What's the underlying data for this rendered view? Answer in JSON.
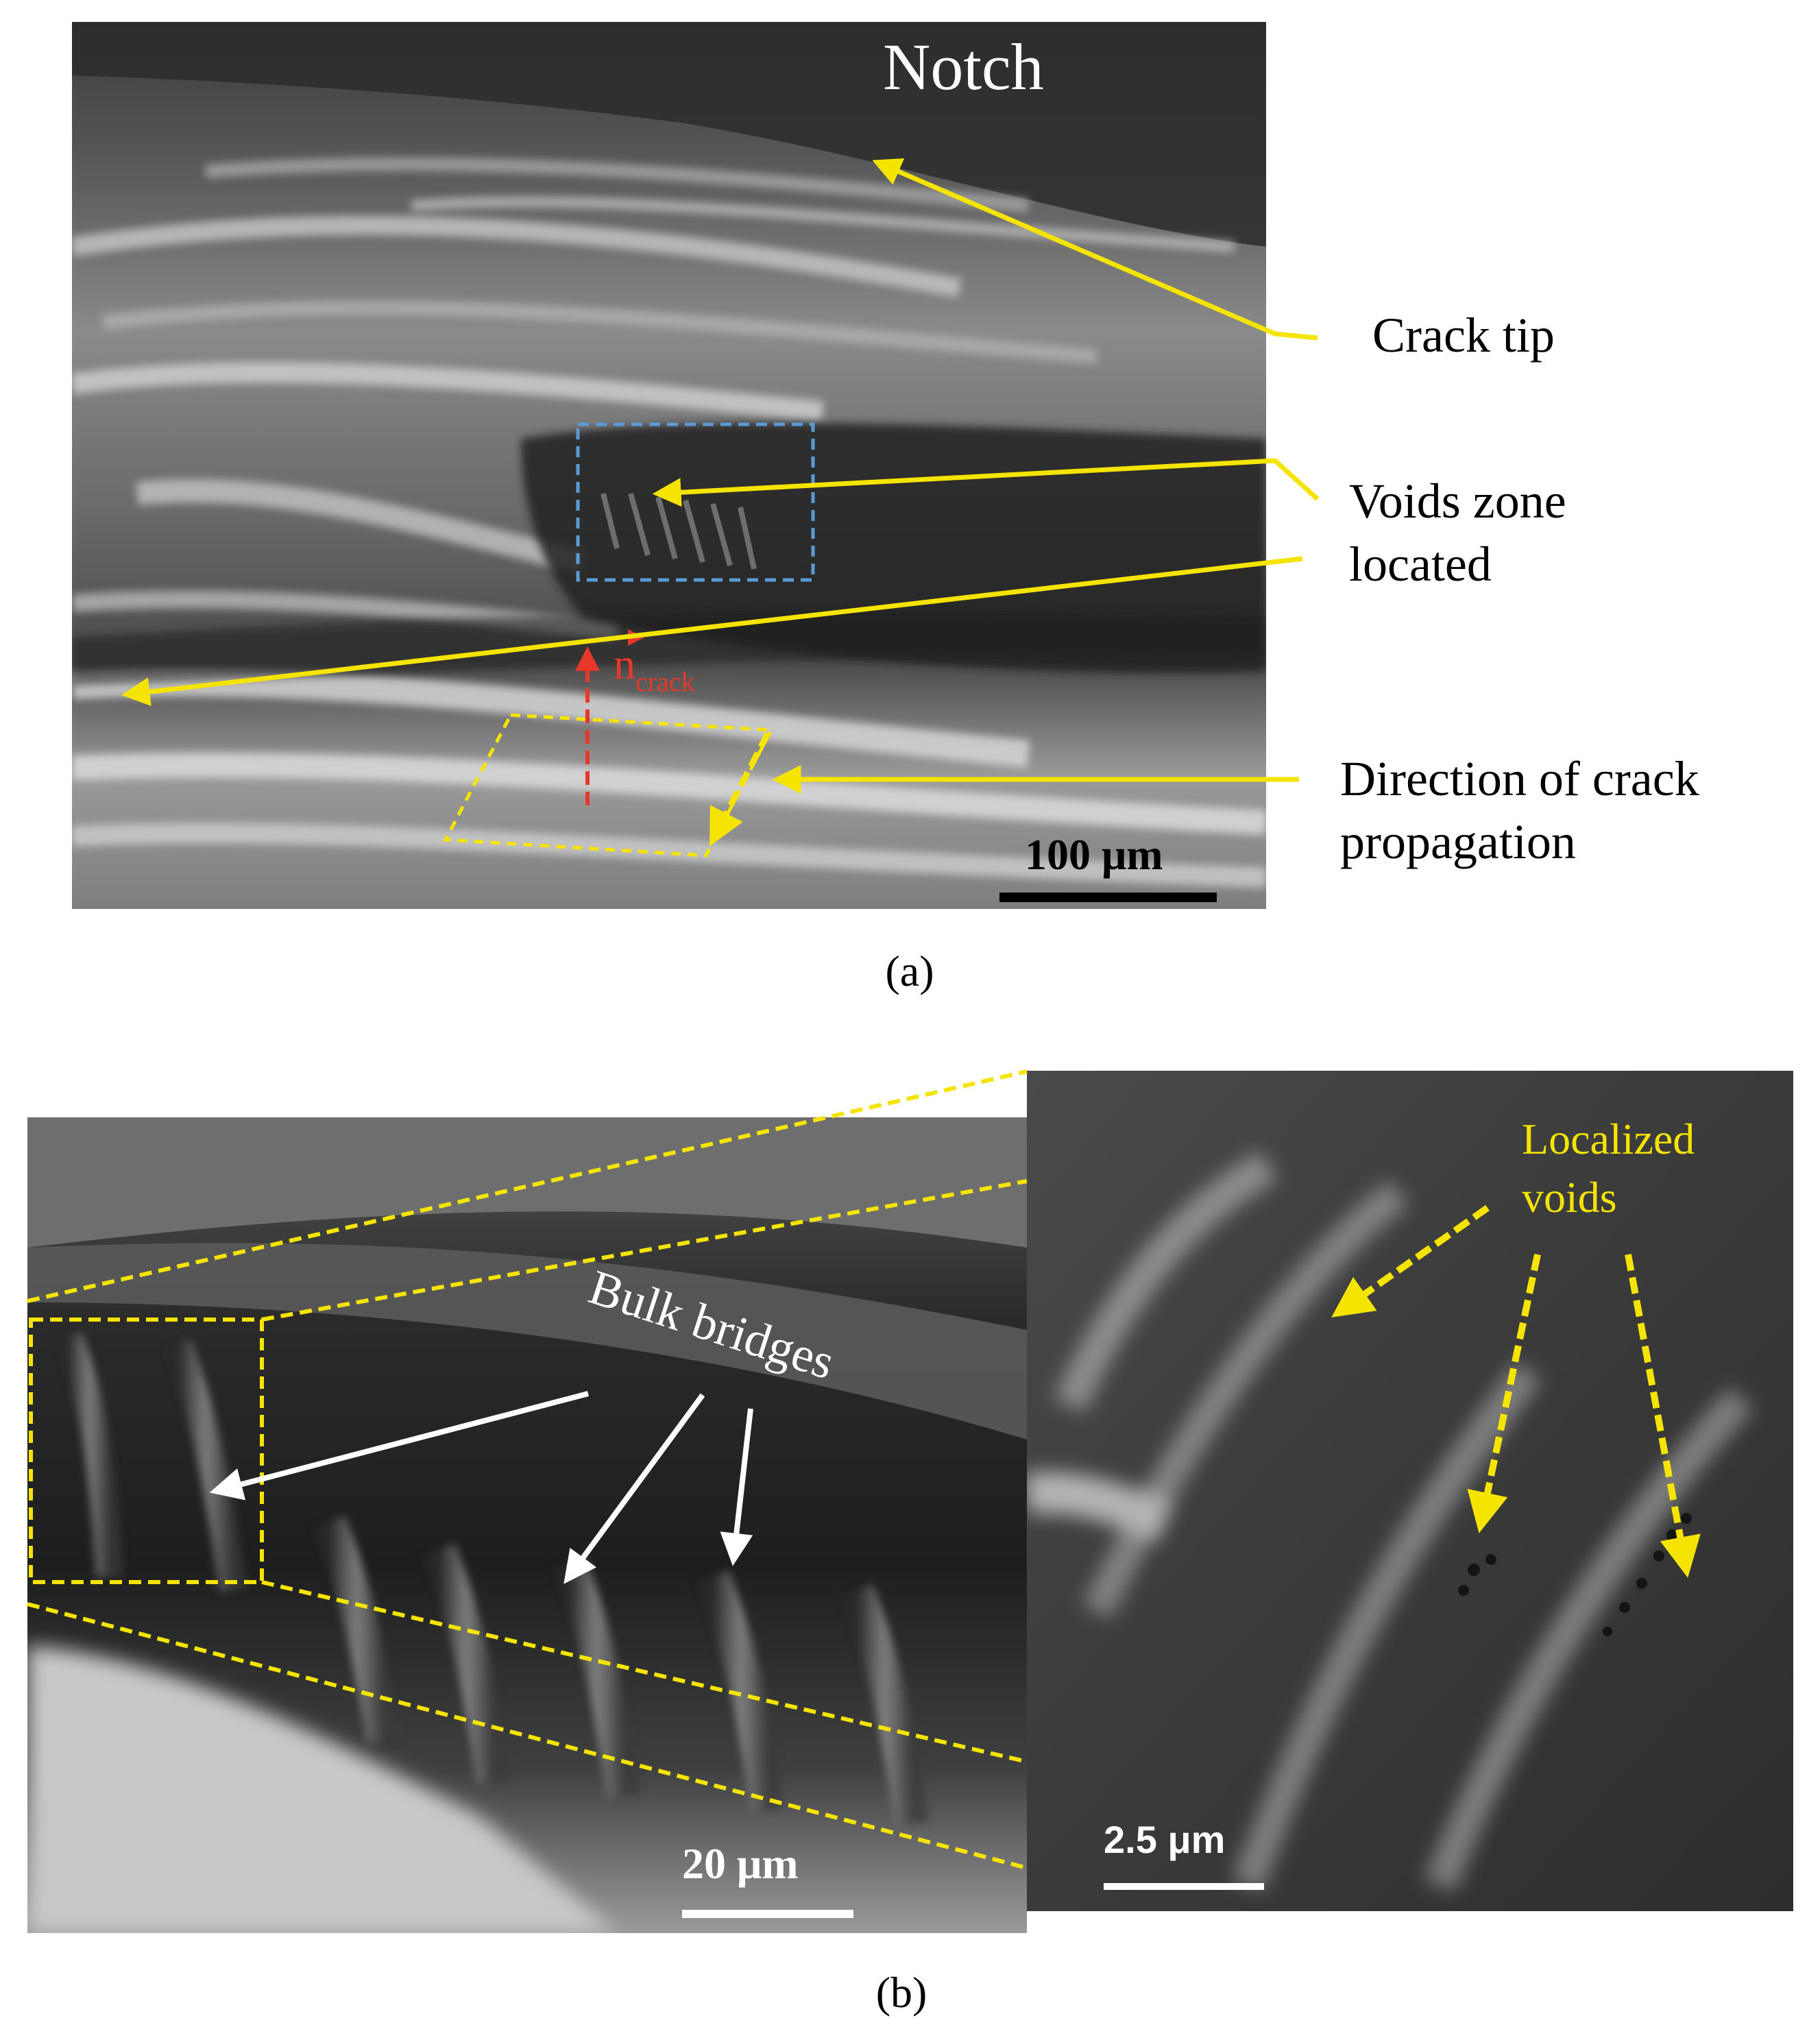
{
  "panel_a": {
    "notch_label": "Notch",
    "crack_tip_label": "Crack tip",
    "voids_zone_label_line1": "Voids zone",
    "voids_zone_label_line2": "located",
    "direction_label_line1": "Direction of crack",
    "direction_label_line2": "propagation",
    "normal_vector_symbol": "n",
    "normal_vector_subscript": "crack",
    "scale_bar_label": "100 μm",
    "caption": "(a)"
  },
  "panel_b": {
    "bulk_bridges_label": "Bulk bridges",
    "scale_bar_left_label": "20 μm",
    "localized_voids_line1": "Localized",
    "localized_voids_line2": "voids",
    "scale_bar_right_label": "2.5 μm",
    "caption": "(b)"
  },
  "colors": {
    "annotation_yellow": "#f5e400",
    "roi_blue": "#5b9bd5",
    "normal_red": "#e8382c",
    "bridge_arrow_white": "#ffffff",
    "caption_black": "#000000"
  }
}
